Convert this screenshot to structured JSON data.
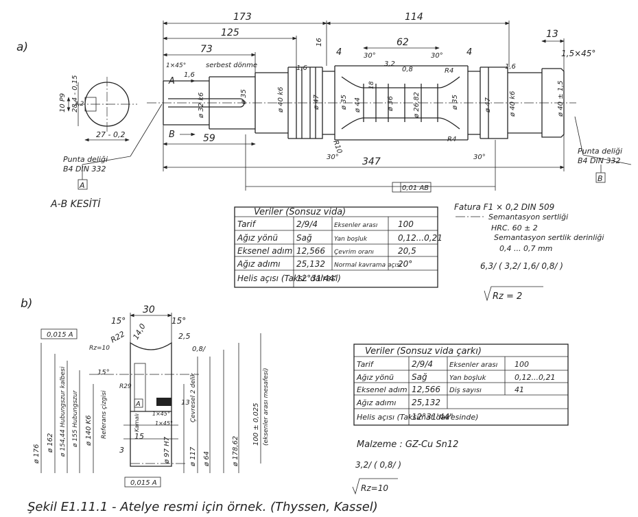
{
  "views": {
    "a_label": "a)",
    "b_label": "b)"
  },
  "shaft_dims": {
    "d173": "173",
    "d114": "114",
    "d125": "125",
    "d73": "73",
    "d62": "62",
    "d13": "13",
    "d347": "347",
    "d59": "59",
    "d16": "16",
    "d4a": "4",
    "d4b": "4",
    "chamfer": "1,5×45°",
    "chamfer_left": "1×45°",
    "serbest": "serbest dönme",
    "r1_6": "1,6",
    "r3_2": "3,2",
    "r0_8": "0,8",
    "r1_6b": "1,6",
    "r1_6c": "1,6",
    "ang30a": "30°",
    "ang30b": "30°",
    "ang30c": "30°",
    "ang30d": "30°",
    "r4a": "R4",
    "r4b": "R4",
    "r10": "R10",
    "dia_k6": "ø 32 k6",
    "dia35a": "ø 35",
    "dia40a": "ø 40 k6",
    "dia47a": "ø 47",
    "dia35b": "ø 35",
    "dia44": "ø 44",
    "dia18": "18",
    "dia36": "ø 36",
    "dia2682": "ø 26,82",
    "dia35c": "ø 35",
    "dia47b": "ø 47",
    "dia40b": "ø 40 k6",
    "dia40_15": "ø 40 ± 1,5",
    "punta_left_1": "Punta deliği",
    "punta_left_2": "B4 DIN 332",
    "punta_right_1": "Punta deliği",
    "punta_right_2": "B4 DIN 332",
    "datum_a": "A",
    "datum_b": "B",
    "sec_a": "A",
    "sec_b": "B",
    "runout": "0,01 AB",
    "kesit_title": "A-B KESİTİ",
    "kesit_10": "10 P9",
    "kesit_28": "28,4 - 0,15",
    "kesit_27": "27 - 0,2",
    "kesit_32": "3,2"
  },
  "table1": {
    "title": "Veriler (Sonsuz vida)",
    "rows": [
      [
        "Tarif",
        "2/9/4",
        "Eksenler arası",
        "100"
      ],
      [
        "Ağız yönü",
        "Sağ",
        "Yan boşluk",
        "0,12...0,21"
      ],
      [
        "Eksenel adım",
        "12,566",
        "Çevrim oranı",
        "20,5"
      ],
      [
        "Ağız adımı",
        "25,132",
        "Normal kavrama açısı",
        "20°"
      ],
      [
        "Helis açısı (Taksi. dairesi)",
        "12°31'44\"",
        "",
        ""
      ]
    ]
  },
  "notes1": {
    "line1": "Fatura  F1 × 0,2  DIN 509",
    "line2": "Semantasyon sertliği",
    "line3": "HRC. 60 ± 2",
    "line4": "Semantasyon sertlik derinliği",
    "line5": "0,4 ... 0,7 mm",
    "rough": "6,3/ ( 3,2/  1,6/  0,8/ )",
    "rz": "Rz = 2"
  },
  "wheel_dims": {
    "w30": "30",
    "a15a": "15°",
    "a15b": "15°",
    "r22": "R22",
    "r14": "14,0",
    "r25": "2,5",
    "rz10": "Rz=10",
    "f15": "15°",
    "r080": "0,8/",
    "rw": "R29",
    "tol_top": "0,015 A",
    "tol_bot": "0,015 A",
    "datum": "A",
    "d176": "ø 176",
    "d162": "ø 162",
    "d15444": "ø 154,44 Hubungszur kalbesi",
    "d155": "ø 155 Hubungszur",
    "d140": "ø 140 K6",
    "ref": "Referans çizgisi",
    "kamalı": "Kamalı",
    "h13": "13",
    "chamfer1": "1×45°",
    "chamfer2": "1×45°",
    "d97": "ø 97 H7",
    "cevre": "Çevresel 2 delik",
    "d117": "ø 117",
    "d64": "ø 64",
    "d17862": "ø 178,62",
    "d100": "100 ± 0,025",
    "eksen": "(eksenler arası mesafesi)",
    "w15": "15",
    "w3": "3"
  },
  "table2": {
    "title": "Veriler (Sonsuz vida çarkı)",
    "rows": [
      [
        "Tarif",
        "2/9/4",
        "Eksenler arası",
        "100"
      ],
      [
        "Ağız yönü",
        "Sağ",
        "Yan boşluk",
        "0,12...0,21"
      ],
      [
        "Eksenel adım",
        "12,566",
        "Diş sayısı",
        "41"
      ],
      [
        "Ağız adımı",
        "25,132",
        "",
        ""
      ],
      [
        "Helis açısı (Taksimat dairesinde)",
        "12°31'44\"",
        "",
        ""
      ]
    ]
  },
  "notes2": {
    "malzeme": "Malzeme :  GZ-Cu Sn12",
    "rough": "3,2/   ( 0,8/ )",
    "rz": "Rz=10"
  },
  "caption": "Şekil E1.11.1 - Atelye resmi için örnek. (Thyssen, Kassel)"
}
